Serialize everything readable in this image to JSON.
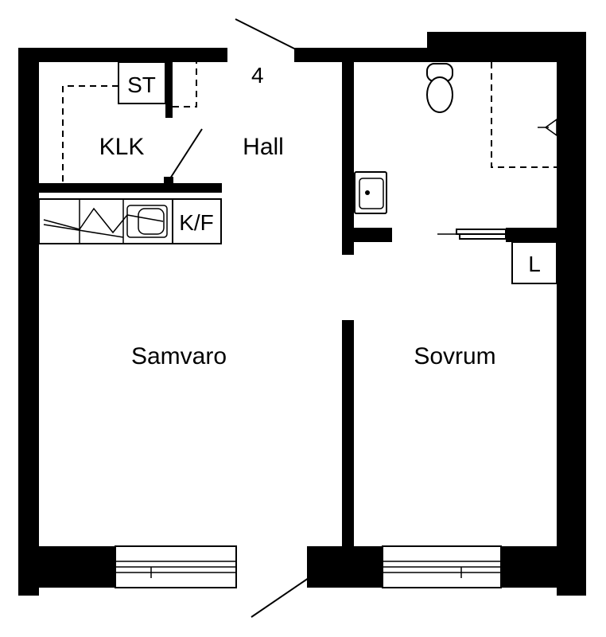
{
  "plan": {
    "apartment_number": "4",
    "rooms": {
      "hall": "Hall",
      "klk": "KLK",
      "living": "Samvaro",
      "bedroom": "Sovrum"
    },
    "fixtures": {
      "storage": "ST",
      "fridge_freezer": "K/F",
      "wardrobe": "L"
    }
  }
}
